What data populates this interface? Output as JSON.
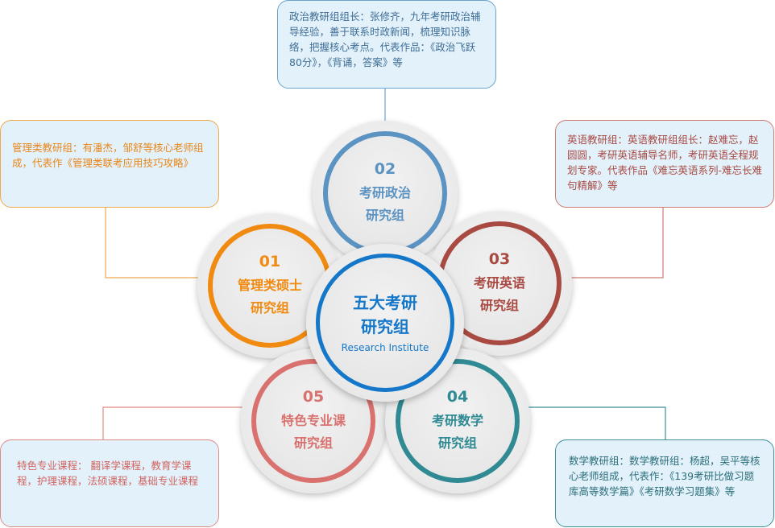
{
  "center": {
    "title_line1": "五大考研",
    "title_line2": "研究组",
    "subtitle": "Research Institute"
  },
  "groups": [
    {
      "num": "01",
      "line1": "管理类硕士",
      "line2": "研究组",
      "color": "#f08a10",
      "desc": "管理类教研组：有潘杰，邹舒等核心老师组成，代表作《管理类联考应用技巧攻略》"
    },
    {
      "num": "02",
      "line1": "考研政治",
      "line2": "研究组",
      "color": "#5b93c3",
      "desc": "政治教研组组长：张修齐，九年考研政治辅导经验，善于联系时政新闻，梳理知识脉络，把握核心考点。代表作品：《政治飞跃80分》，《背诵，答案》等"
    },
    {
      "num": "03",
      "line1": "考研英语",
      "line2": "研究组",
      "color": "#a84a42",
      "desc": "英语教研组：英语教研组组长：赵难忘，赵圆圆，考研英语辅导名师，考研英语全程规划专家。代表作品《难忘英语系列-难忘长难句精解》等"
    },
    {
      "num": "04",
      "line1": "考研数学",
      "line2": "研究组",
      "color": "#2f8a93",
      "desc": "数学教研组：数学教研组：杨超，吴平等核心老师组成，代表作：《139考研比做习题库高等数学篇》《考研数学习题集》等"
    },
    {
      "num": "05",
      "line1": "特色专业课",
      "line2": "研究组",
      "color": "#d9716e",
      "desc": "特色专业课程：  翻译学课程，教育学课程，护理课程，法硕课程，基础专业课程"
    }
  ],
  "colors": {
    "center_ring": "#1577c9"
  }
}
